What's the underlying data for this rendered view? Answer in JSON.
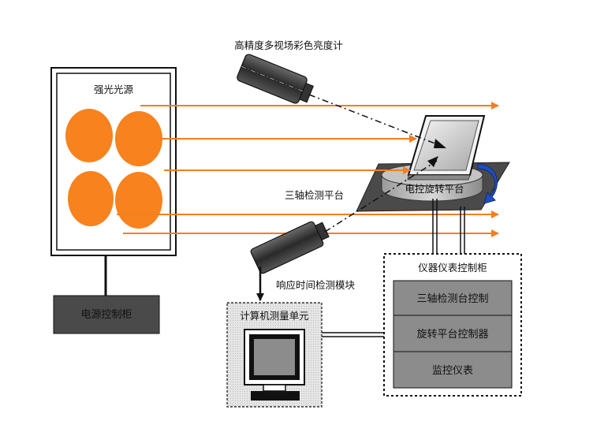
{
  "labels": {
    "light_source": "强光光源",
    "power_cabinet": "电源控制柜",
    "luminance_meter": "高精度多视场彩色亮度计",
    "triaxial_platform": "三轴检测平台",
    "rotary_platform": "电控旋转平台",
    "response_module": "响应时间检测模块",
    "computer_unit": "计算机测量单元",
    "instrument_cabinet": "仪器仪表控制柜",
    "panel_triaxial": "三轴检测台控制",
    "panel_rotary": "旋转平台控制器",
    "panel_monitor": "监控仪表"
  },
  "colors": {
    "light_orange": "#f7821e",
    "arrow_orange": "#f07f22",
    "device_dark": "#4a4a4a",
    "panel_gray": "#8c8c8c",
    "rotation_arrow_blue": "#1f4fbf"
  }
}
